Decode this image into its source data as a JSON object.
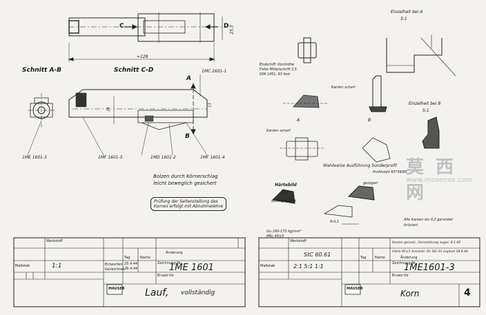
{
  "left_sheet": {
    "section_ab": "Schnitt A-B",
    "section_cd": "Schnitt C-D",
    "dim_length": "≈128",
    "dim_height": "25,5",
    "letter_c": "C",
    "letter_d": "D",
    "letter_a": "A",
    "letter_b": "B",
    "dim_left": "24",
    "dim_right": "13",
    "part_1mc": "1MC 1601-1",
    "part_1me3": "1ME 1601-3",
    "part_1mf5": "1MF 1601-5",
    "part_1md2": "1MD 1601-2",
    "part_1mf4": "1MF 1601-4",
    "note_line1": "Bolzen durch    Körnerschlag",
    "note_line2": "leicht beweglich gesichert",
    "boxed_line1": "Prüfung der Seitenstellung des",
    "boxed_line2": "Kornes erfolgt mit Abnahmelehre",
    "title_block": {
      "werkstoff": "Werkstoff",
      "aenderung": "Änderung",
      "tag": "Tag",
      "name": "Name",
      "massstab_label": "Maßstab",
      "massstab_value": "1:1",
      "zeichnung_label": "Zeichnung-Nr",
      "zeichnung_value": "1ME 1601",
      "entworfen": "Entworfen",
      "gezeichnet": "Gezeichnet",
      "date1": "25.4.44",
      "date2": "26.4.44",
      "ersatz": "Ersatz für",
      "title": "Lauf,",
      "subtitle": "vollständig",
      "logo": "MAUSER"
    }
  },
  "right_sheet": {
    "detail_a": "Einzelheit bei A",
    "detail_a_scale": "5:1",
    "detail_b": "Einzelheit bei B",
    "detail_b_scale": "5:1",
    "kanten_scharf1": "Kanten scharf",
    "kanten_scharf2": "Kanten scharf",
    "label_a": "A",
    "label_b": "B",
    "note_small1": "Endschiff: Kornhöhe",
    "note_small2": "Fette Mittelschrift 3,5",
    "note_small3": "DIN 1451, 63 fest",
    "wahlweise": "Wahlweise Ausführung Sonderprofil",
    "wahlweise_sub": "Profilstahl 65*38/65",
    "haertebild": "Härtebild",
    "haertebild_scale": "1:1",
    "durchgehaertet": "durchgehärtet",
    "gezogen": "gezogen",
    "alle_kanten": "Alle Kanten bis 0,2 gerundet",
    "bruniert": "brüniert",
    "hardness1": "Gu 160-170 kg/mm²",
    "hardness2": "HRc 45±5",
    "dim_b": "8-0,1",
    "title_block": {
      "werkstoff": "Werkstoff",
      "werkstoff_value": "StC 60.61",
      "aenderung": "Änderung",
      "tag": "Tag",
      "name": "Name",
      "massstab_label": "Maßstab",
      "massstab_value": "2:1 5:1 1:1",
      "zeichnung_label": "Zeichnung-Nr",
      "zeichnung_value": "1ME1601-3",
      "ersatz": "Ersatz für",
      "title": "Korn",
      "page": "4",
      "logo": "MAUSER",
      "change1": "Kanten gerund., Gernehärung zuges. 8.1.45",
      "change2": "Härte 45±5 Anmerkt. für StC 61 ergänzt 28.4.44"
    }
  },
  "watermark": {
    "text": "莫 西 网",
    "url": "www.mosenox.com"
  }
}
